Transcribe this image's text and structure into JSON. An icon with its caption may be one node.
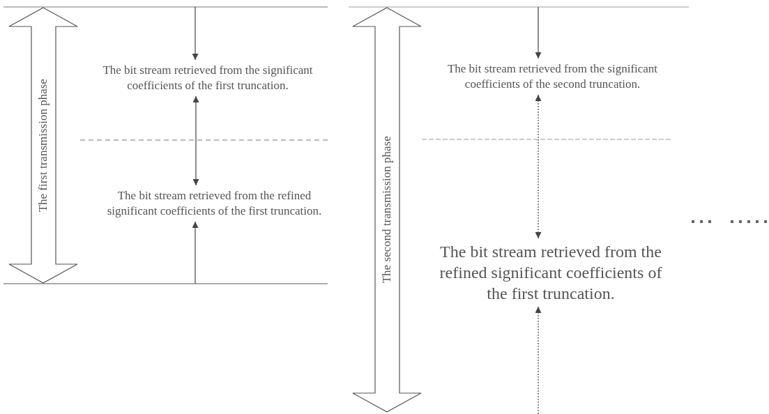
{
  "diagram": {
    "nodes": [
      {
        "text": [
          "The first transmission phase"
        ]
      },
      {
        "text": [
          "The bit stream retrieved from the significant coefficients of the first truncation."
        ]
      },
      {
        "text": [
          "The bit stream retrieved from the refined significant coefficients of the first truncation."
        ]
      },
      {
        "text": [
          "The second transmission phase"
        ]
      },
      {
        "text": [
          "The bit stream retrieved from the significant coefficients of the second truncation."
        ]
      },
      {
        "text": [
          "The bit stream retrieved from the refined significant coefficients of the first truncation."
        ]
      }
    ],
    "edges": [
      {
        "from": null,
        "to": 1,
        "arrow": "to"
      },
      {
        "from": 1,
        "to": 2,
        "arrow": "both"
      },
      {
        "from": null,
        "to": 2,
        "arrow": "to"
      },
      {
        "from": null,
        "to": 4,
        "arrow": "to"
      },
      {
        "from": 4,
        "to": 5,
        "arrow": "both",
        "style": "dashed"
      },
      {
        "from": null,
        "to": 5,
        "arrow": "to",
        "style": "dashed"
      }
    ]
  }
}
